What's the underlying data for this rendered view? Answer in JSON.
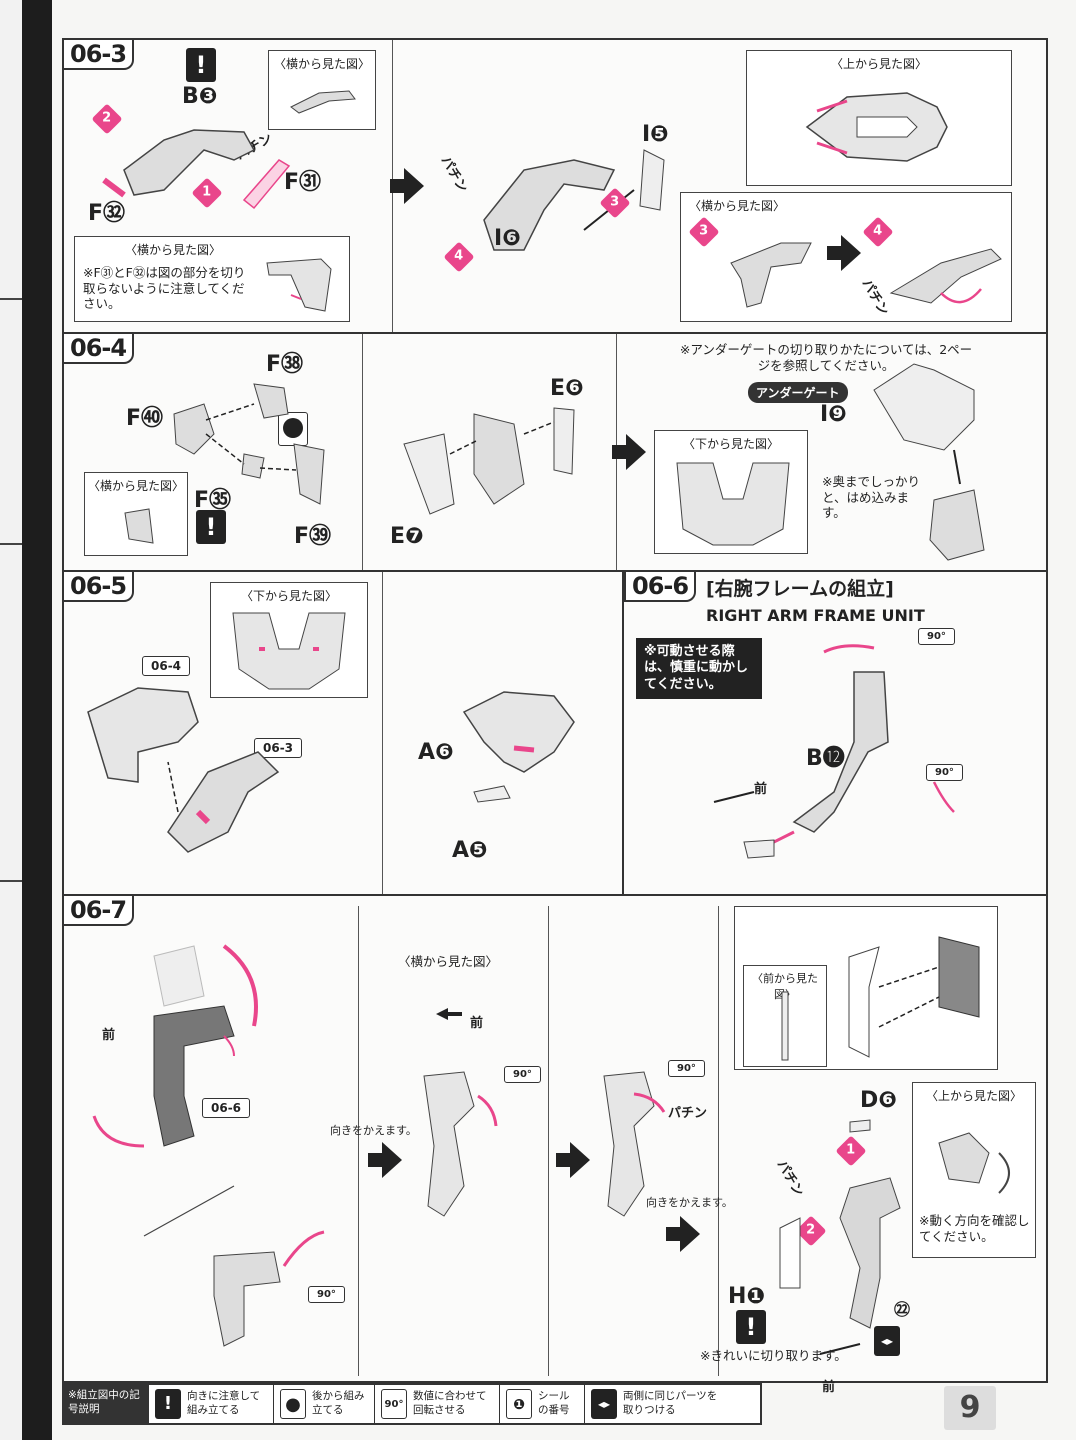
{
  "steps": {
    "s063": {
      "label": "06-3",
      "parts": {
        "b3": "B❸",
        "f31": "F㉛",
        "f32": "F㉜",
        "i5": "I❺",
        "i6": "I❻"
      },
      "caption_side_top": "〈横から見た図〉",
      "caption_side_bottom": "〈横から見た図〉",
      "caption_top_view": "〈上から見た図〉",
      "caption_side_right": "〈横から見た図〉",
      "note": "※F㉛とF㉜は図の部分を切り取らないように注意してください。",
      "sfx": [
        "パチン",
        "パチン",
        "パチン"
      ],
      "markers": [
        "1",
        "2",
        "3",
        "4",
        "3",
        "4"
      ]
    },
    "s064": {
      "label": "06-4",
      "parts": {
        "f38": "F㊳",
        "f40": "F㊵",
        "f35": "F㉟",
        "f39": "F㊴",
        "e6": "E❻",
        "e7": "E❼",
        "i9": "I❾"
      },
      "caption_side": "〈横から見た図〉",
      "caption_bottom_view": "〈下から見た図〉",
      "undergate_note": "※アンダーゲートの切り取りかたについては、2ページを参照してください。",
      "undergate_badge": "アンダーゲート",
      "press_note": "※奥までしっかりと、はめ込みます。"
    },
    "s065": {
      "label": "06-5",
      "caption_bottom_view": "〈下から見た図〉",
      "refs": [
        "06-4",
        "06-3"
      ],
      "parts": {
        "a6": "A❻",
        "a5": "A❺"
      }
    },
    "s066": {
      "label": "06-6",
      "title_jp": "[右腕フレームの組立]",
      "title_en": "RIGHT ARM FRAME UNIT",
      "caution": "※可動させる際は、慎重に動かしてください。",
      "part": "B⓬",
      "front": "前",
      "angle": "90°"
    },
    "s067": {
      "label": "06-7",
      "front": "前",
      "ref": "06-6",
      "caption_side": "〈横から見た図〉",
      "caption_front_view": "〈前から見た図〉",
      "caption_top_view": "〈上から見た図〉",
      "turn_note": "向きをかえます。",
      "sfx": "パチン",
      "parts": {
        "d6": "D❻",
        "h1": "H❶",
        "seal": "㉒"
      },
      "cut_note": "※きれいに切り取ります。",
      "check_note": "※動く方向を確認してください。",
      "angle": "90°"
    }
  },
  "legend": {
    "head": "※組立図中の記号説明",
    "items": [
      {
        "icon": "!",
        "text": "向きに注意して組み立てる"
      },
      {
        "icon": "●",
        "text": "後から組み立てる"
      },
      {
        "icon": "90°",
        "text": "数値に合わせて回転させる"
      },
      {
        "icon": "❶",
        "text": "シールの番号"
      },
      {
        "icon": "◂▸",
        "text": "両側に同じパーツを取りつける"
      }
    ]
  },
  "page_number": "9",
  "colors": {
    "accent": "#e9468b",
    "ink": "#222222"
  }
}
